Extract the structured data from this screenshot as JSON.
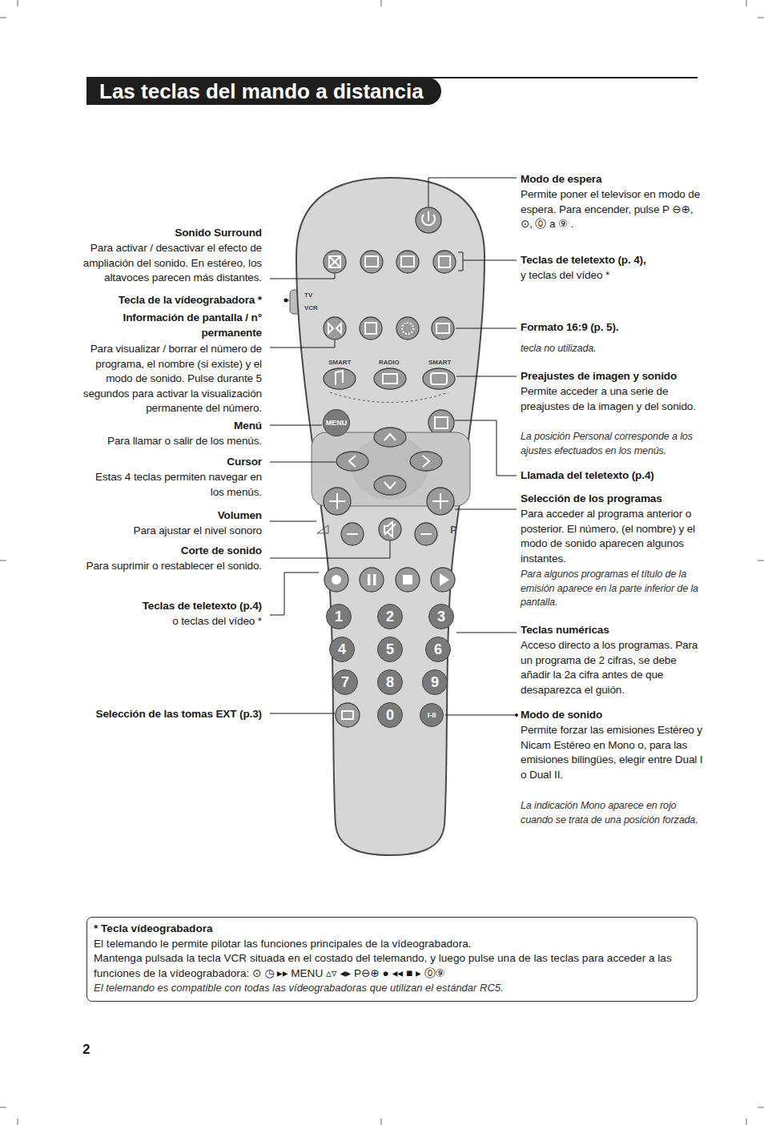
{
  "diagram": {
    "title": "Las teclas del mando a distancia",
    "nodes": [
      {
        "text": [
          "MENU"
        ]
      },
      {
        "text": [
          "1"
        ]
      },
      {
        "text": [
          "2"
        ]
      },
      {
        "text": [
          "3"
        ]
      },
      {
        "text": [
          "4"
        ]
      },
      {
        "text": [
          "5"
        ]
      },
      {
        "text": [
          "6"
        ]
      },
      {
        "text": [
          "7"
        ]
      },
      {
        "text": [
          "8"
        ]
      },
      {
        "text": [
          "9"
        ]
      },
      {
        "text": [
          "0"
        ]
      },
      {
        "text": [
          "I-II"
        ]
      },
      {
        "text": [
          "* Tecla vídeograbadora",
          "El telemando le permite pilotar las funciones principales de la vídeograbadora.",
          "Mantenga pulsada la tecla VCR situada en el costado del telemando, y luego pulse una de las teclas para acceder a las funciones de la vídeograbadora: ⊙ ◷ ▸▸ MENU ▵▿ ◂▸ P⊖⊕ ● ◂◂ ■ ▸ ⓪⑨",
          "El telemando es compatible con todas las vídeograbadoras que utilizan el estándar RC5."
        ]
      }
    ],
    "labels": [
      "Modo de espera",
      "Permite poner el televisor en modo de espera. Para encender, pulse P ⊖⊕, ⊙, ⓪ a ⑨ .",
      "Teclas de teletexto (p. 4),",
      "y teclas del vídeo *",
      "Formato 16:9 (p. 5).",
      "tecla no utilizada.",
      "Preajustes de imagen y sonido",
      "Permite acceder a una serie de preajustes de la imagen y del sonido.",
      "La posición Personal corresponde a los ajustes efectuados en los menús.",
      "Llamada del teletexto (p.4)",
      "Selección de los programas",
      "Para acceder al programa anterior o posterior. El número, (el nombre) y el modo de sonido aparecen algunos instantes.",
      "Para algunos programas el título de la emisión aparece en la parte inferior de la pantalla.",
      "Teclas numéricas",
      "Acceso directo a los programas. Para un programa de 2 cifras, se debe añadir la 2a cifra antes de que desaparezca el guión.",
      "Modo de sonido",
      "Permite forzar las emisiones Estéreo y Nicam Estéreo en Mono o, para las emisiones bilingües, elegir entre Dual I o Dual II.",
      "La indicación Mono aparece en rojo cuando se trata de una posición forzada.",
      "Sonido Surround",
      "Para activar / desactivar el efecto de ampliación del sonido. En estéreo, los altavoces parecen más distantes.",
      "Tecla de la vídeograbadora *",
      "Información de pantalla / n° permanente",
      "Para visualizar / borrar el número de programa, el nombre (si existe) y el modo de sonido. Pulse durante 5 segundos para activar la visualización permanente del número.",
      "Menú",
      "Para llamar o salir de los menús.",
      "Cursor",
      "Estas 4 teclas permiten navegar en los menús.",
      "Volumen",
      "Para ajustar el nivel sonoro",
      "Corte de sonido",
      "Para suprimir o restablecer el sonido.",
      "Teclas de teletexto (p.4)",
      "o teclas del vídeo *",
      "Selección de las tomas EXT (p.3)",
      "2",
      "TV",
      "VCR",
      "SMART",
      "RADIO",
      "SMART",
      "P"
    ]
  }
}
